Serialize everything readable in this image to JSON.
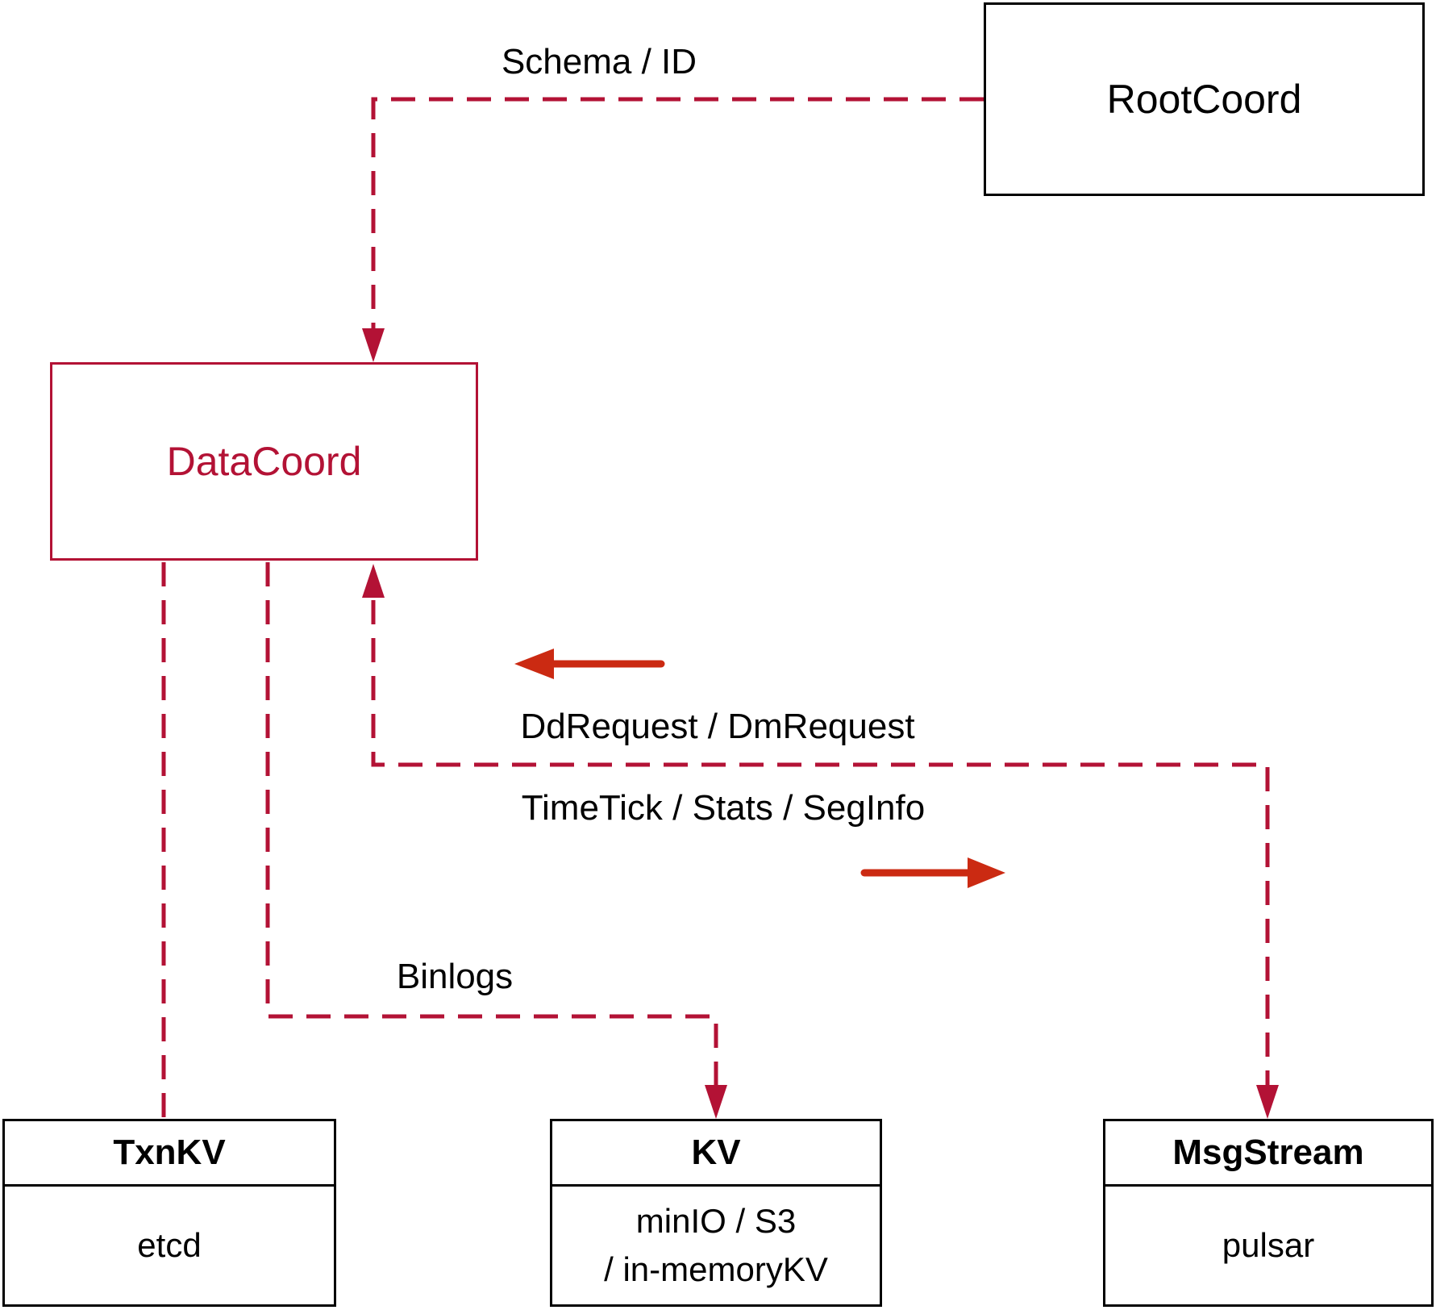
{
  "colors": {
    "dashed": "#b31235",
    "solid": "#cb2a12",
    "border": "#000000",
    "text": "#000000"
  },
  "nodes": {
    "rootcoord": {
      "label": "RootCoord"
    },
    "datacoord": {
      "label": "DataCoord"
    },
    "txnkv": {
      "title": "TxnKV",
      "body": "etcd"
    },
    "kv": {
      "title": "KV",
      "body_line1": "minIO / S3",
      "body_line2": "/ in-memoryKV"
    },
    "msgstream": {
      "title": "MsgStream",
      "body": "pulsar"
    }
  },
  "edge_labels": {
    "schema_id": "Schema / ID",
    "dd_request": "DdRequest / DmRequest",
    "timetick": "TimeTick / Stats / SegInfo",
    "binlogs": "Binlogs"
  }
}
